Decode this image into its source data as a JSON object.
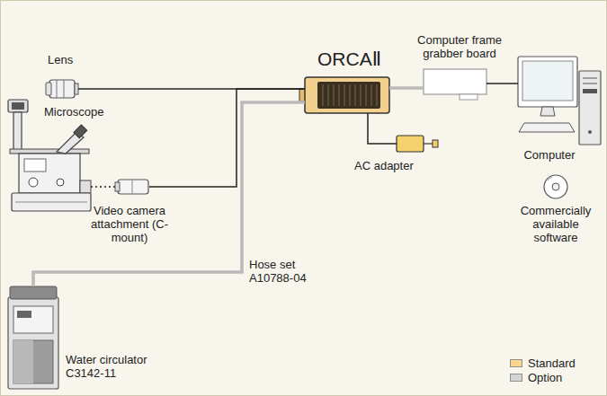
{
  "diagram": {
    "nodes": [
      {
        "text": [
          "Lens"
        ]
      },
      {
        "text": [
          "Microscope"
        ]
      },
      {
        "text": [
          "Video camera attachment (C-mount)"
        ]
      },
      {
        "text": [
          "Water circulator C3142-11"
        ]
      },
      {
        "text": [
          "ORCAⅡ"
        ]
      },
      {
        "text": [
          "AC adapter"
        ]
      },
      {
        "text": [
          "Computer frame grabber board"
        ]
      },
      {
        "text": [
          "Computer"
        ]
      },
      {
        "text": [
          "Commercially available software"
        ]
      }
    ],
    "edges": [
      {
        "from": 0,
        "to": 4,
        "arrow": "none"
      },
      {
        "from": 1,
        "to": 2,
        "arrow": "none"
      },
      {
        "from": 2,
        "to": 4,
        "arrow": "none"
      },
      {
        "from": 3,
        "to": 4,
        "label": "Hose set A10788-04",
        "arrow": "none"
      },
      {
        "from": 4,
        "to": 5,
        "arrow": "none"
      },
      {
        "from": 4,
        "to": 6,
        "arrow": "none"
      },
      {
        "from": 6,
        "to": 7,
        "arrow": "none"
      }
    ],
    "legend": [
      {
        "text": "Standard",
        "color": "#f7d68f"
      },
      {
        "text": "Option",
        "color": "#d4d4d4"
      }
    ]
  }
}
